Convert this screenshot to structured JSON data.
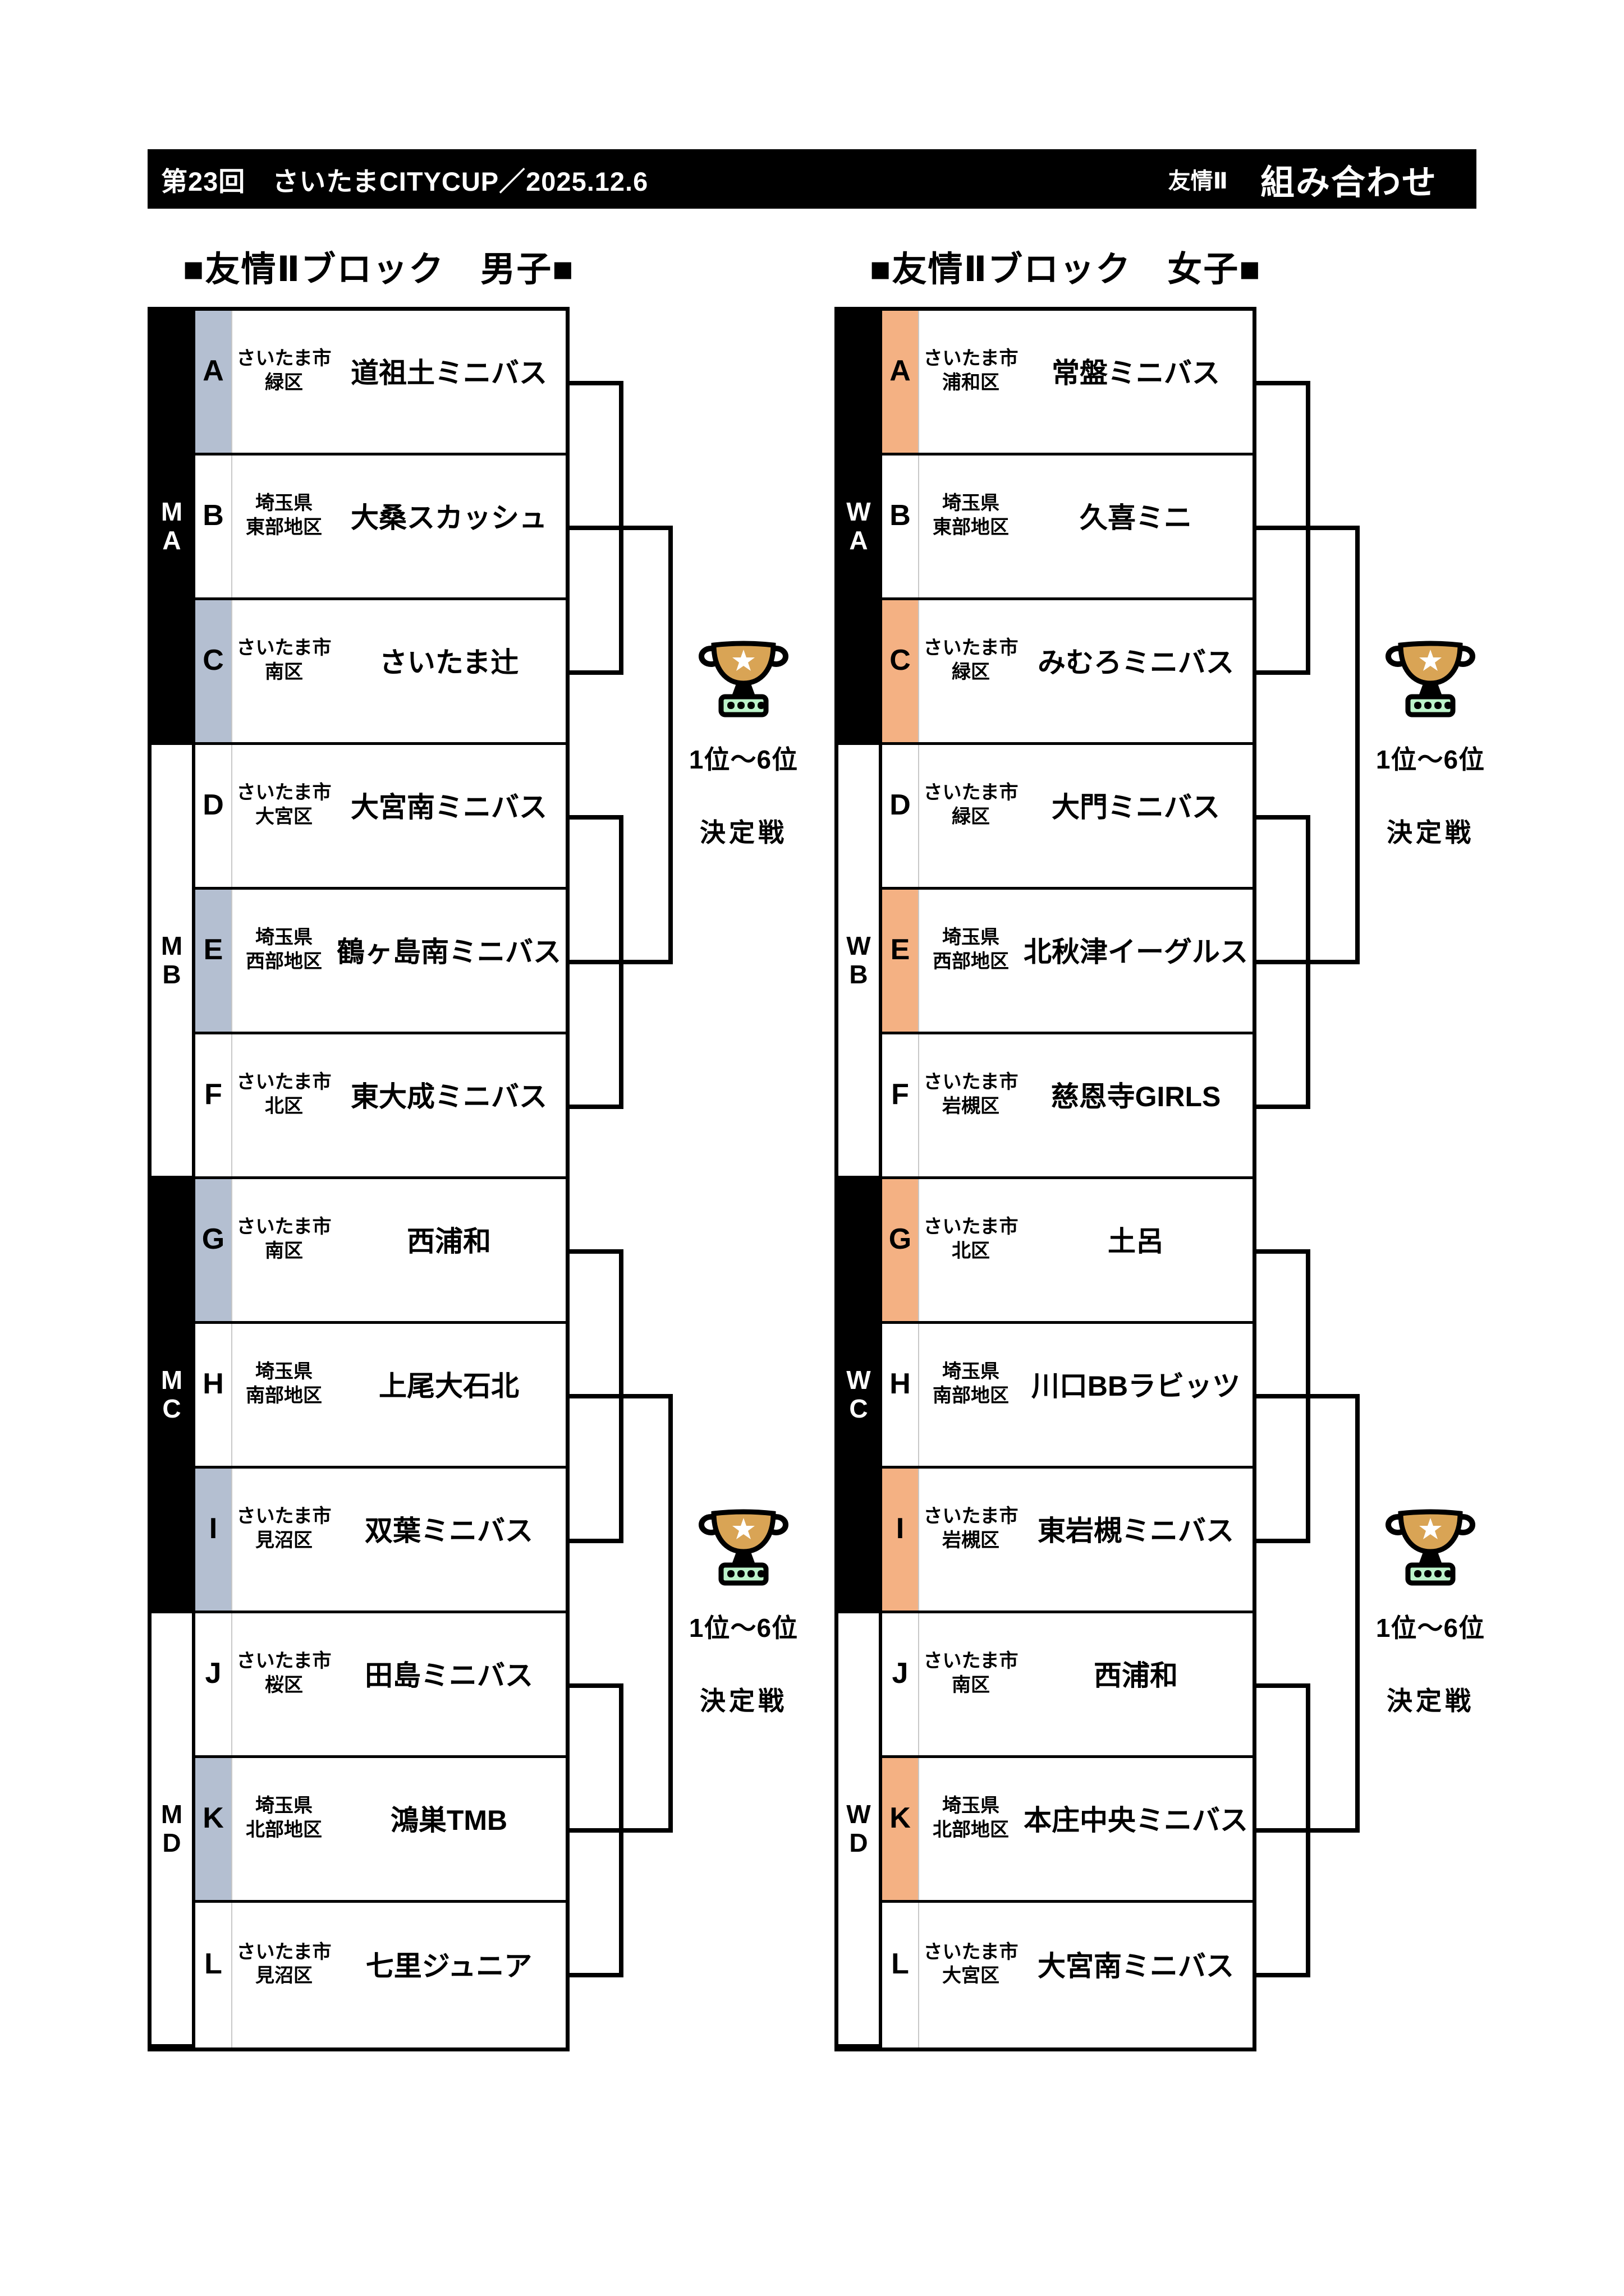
{
  "header": {
    "left_title": "第23回　さいたまCITYCUP／2025.12.6",
    "right_label": "友情Ⅱ",
    "right_title": "組み合わせ"
  },
  "playoff": {
    "line1": "1位〜6位",
    "line2": "決定戦"
  },
  "colors": {
    "men_seed_accent": "#b4bfd1",
    "women_seed_accent": "#f4b183",
    "trophy_gold": "#d9a455",
    "trophy_base_green": "#bcf3ca",
    "bar_black": "#000000"
  },
  "men": {
    "title": "■友情Ⅱブロック　男子■",
    "bars": [
      {
        "l1": "M",
        "l2": "A"
      },
      {
        "l1": "M",
        "l2": "B"
      },
      {
        "l1": "M",
        "l2": "C"
      },
      {
        "l1": "M",
        "l2": "D"
      }
    ],
    "teams": [
      {
        "letter": "A",
        "region1": "さいたま市",
        "region2": "緑区",
        "name": "道祖土ミニバス"
      },
      {
        "letter": "B",
        "region1": "埼玉県",
        "region2": "東部地区",
        "name": "大桑スカッシュ"
      },
      {
        "letter": "C",
        "region1": "さいたま市",
        "region2": "南区",
        "name": "さいたま辻"
      },
      {
        "letter": "D",
        "region1": "さいたま市",
        "region2": "大宮区",
        "name": "大宮南ミニバス"
      },
      {
        "letter": "E",
        "region1": "埼玉県",
        "region2": "西部地区",
        "name": "鶴ヶ島南ミニバス"
      },
      {
        "letter": "F",
        "region1": "さいたま市",
        "region2": "北区",
        "name": "東大成ミニバス"
      },
      {
        "letter": "G",
        "region1": "さいたま市",
        "region2": "南区",
        "name": "西浦和"
      },
      {
        "letter": "H",
        "region1": "埼玉県",
        "region2": "南部地区",
        "name": "上尾大石北"
      },
      {
        "letter": "I",
        "region1": "さいたま市",
        "region2": "見沼区",
        "name": "双葉ミニバス"
      },
      {
        "letter": "J",
        "region1": "さいたま市",
        "region2": "桜区",
        "name": "田島ミニバス"
      },
      {
        "letter": "K",
        "region1": "埼玉県",
        "region2": "北部地区",
        "name": "鴻巣TMB"
      },
      {
        "letter": "L",
        "region1": "さいたま市",
        "region2": "見沼区",
        "name": "七里ジュニア"
      }
    ]
  },
  "women": {
    "title": "■友情Ⅱブロック　女子■",
    "bars": [
      {
        "l1": "W",
        "l2": "A"
      },
      {
        "l1": "W",
        "l2": "B"
      },
      {
        "l1": "W",
        "l2": "C"
      },
      {
        "l1": "W",
        "l2": "D"
      }
    ],
    "teams": [
      {
        "letter": "A",
        "region1": "さいたま市",
        "region2": "浦和区",
        "name": "常盤ミニバス"
      },
      {
        "letter": "B",
        "region1": "埼玉県",
        "region2": "東部地区",
        "name": "久喜ミニ"
      },
      {
        "letter": "C",
        "region1": "さいたま市",
        "region2": "緑区",
        "name": "みむろミニバス"
      },
      {
        "letter": "D",
        "region1": "さいたま市",
        "region2": "緑区",
        "name": "大門ミニバス"
      },
      {
        "letter": "E",
        "region1": "埼玉県",
        "region2": "西部地区",
        "name": "北秋津イーグルス"
      },
      {
        "letter": "F",
        "region1": "さいたま市",
        "region2": "岩槻区",
        "name": "慈恩寺GIRLS"
      },
      {
        "letter": "G",
        "region1": "さいたま市",
        "region2": "北区",
        "name": "土呂"
      },
      {
        "letter": "H",
        "region1": "埼玉県",
        "region2": "南部地区",
        "name": "川口BBラビッツ"
      },
      {
        "letter": "I",
        "region1": "さいたま市",
        "region2": "岩槻区",
        "name": "東岩槻ミニバス"
      },
      {
        "letter": "J",
        "region1": "さいたま市",
        "region2": "南区",
        "name": "西浦和"
      },
      {
        "letter": "K",
        "region1": "埼玉県",
        "region2": "北部地区",
        "name": "本庄中央ミニバス"
      },
      {
        "letter": "L",
        "region1": "さいたま市",
        "region2": "大宮区",
        "name": "大宮南ミニバス"
      }
    ]
  }
}
